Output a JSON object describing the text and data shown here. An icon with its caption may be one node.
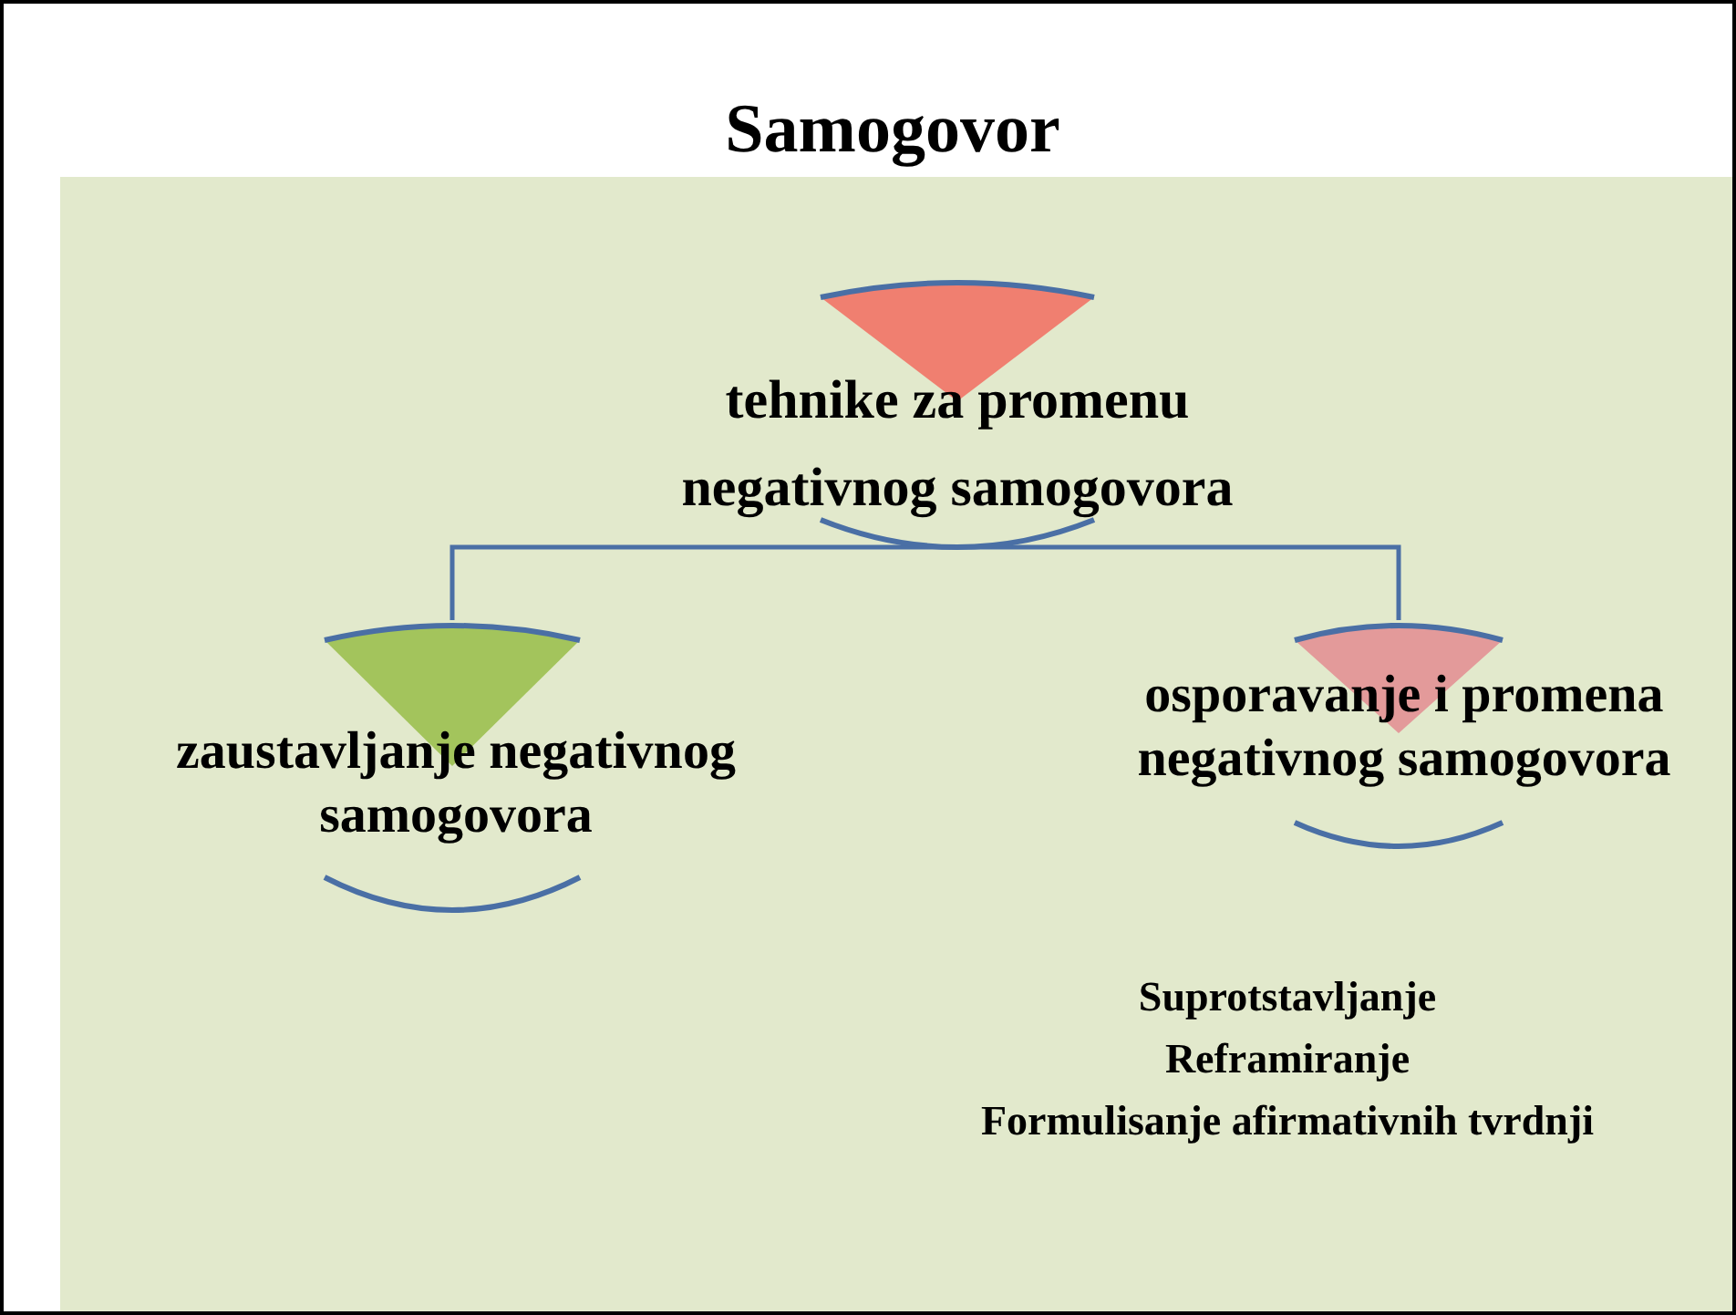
{
  "diagram": {
    "title": "Samogovor",
    "nodes": [
      {
        "text": [
          "tehnike za promenu negativnog samogovora"
        ]
      },
      {
        "text": [
          "zaustavljanje negativnog samogovora"
        ]
      },
      {
        "text": [
          "osporavanje i promena negativnog samogovora"
        ]
      }
    ],
    "edges": [
      {
        "from": 0,
        "to": 1,
        "arrow": "none"
      },
      {
        "from": 0,
        "to": 2,
        "arrow": "none"
      }
    ],
    "labels": [
      "Suprotstavljanje",
      "Reframiranje",
      "Formulisanje afirmativnih tvrdnji"
    ]
  }
}
